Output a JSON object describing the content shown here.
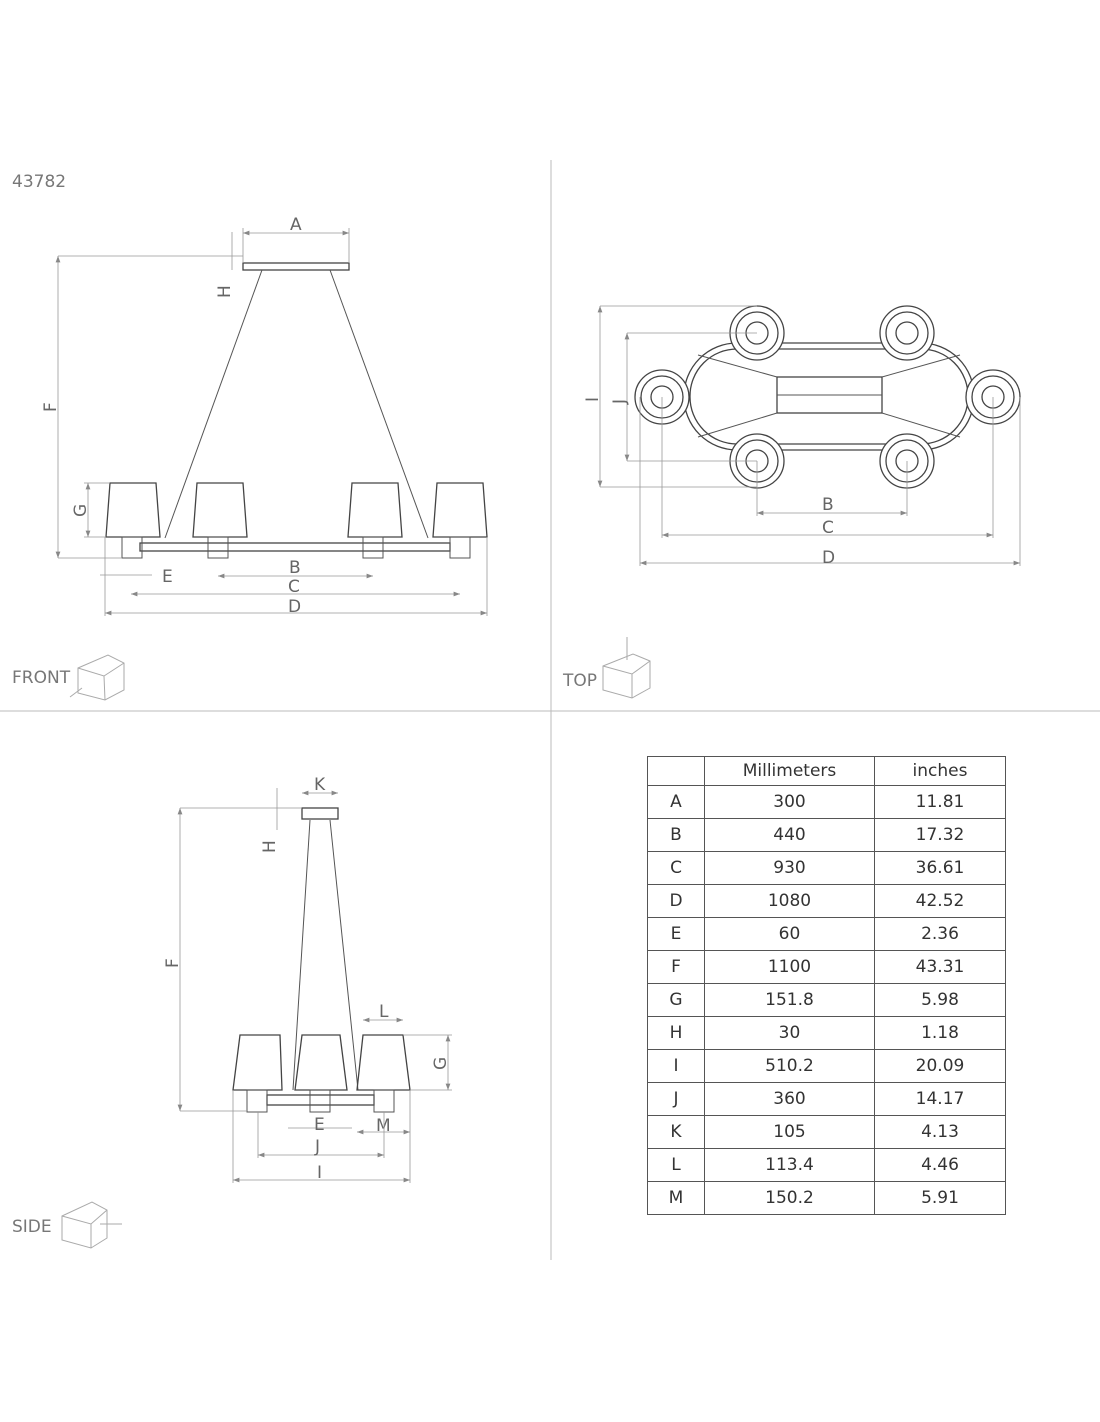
{
  "drawing_number": "43782",
  "views": {
    "front": "FRONT",
    "top": "TOP",
    "side": "SIDE"
  },
  "table": {
    "headers": [
      "",
      "Millimeters",
      "inches"
    ],
    "rows": [
      {
        "letter": "A",
        "mm": "300",
        "in": "11.81"
      },
      {
        "letter": "B",
        "mm": "440",
        "in": "17.32"
      },
      {
        "letter": "C",
        "mm": "930",
        "in": "36.61"
      },
      {
        "letter": "D",
        "mm": "1080",
        "in": "42.52"
      },
      {
        "letter": "E",
        "mm": "60",
        "in": "2.36"
      },
      {
        "letter": "F",
        "mm": "1100",
        "in": "43.31"
      },
      {
        "letter": "G",
        "mm": "151.8",
        "in": "5.98"
      },
      {
        "letter": "H",
        "mm": "30",
        "in": "1.18"
      },
      {
        "letter": "I",
        "mm": "510.2",
        "in": "20.09"
      },
      {
        "letter": "J",
        "mm": "360",
        "in": "14.17"
      },
      {
        "letter": "K",
        "mm": "105",
        "in": "4.13"
      },
      {
        "letter": "L",
        "mm": "113.4",
        "in": "4.46"
      },
      {
        "letter": "M",
        "mm": "150.2",
        "in": "5.91"
      }
    ]
  }
}
